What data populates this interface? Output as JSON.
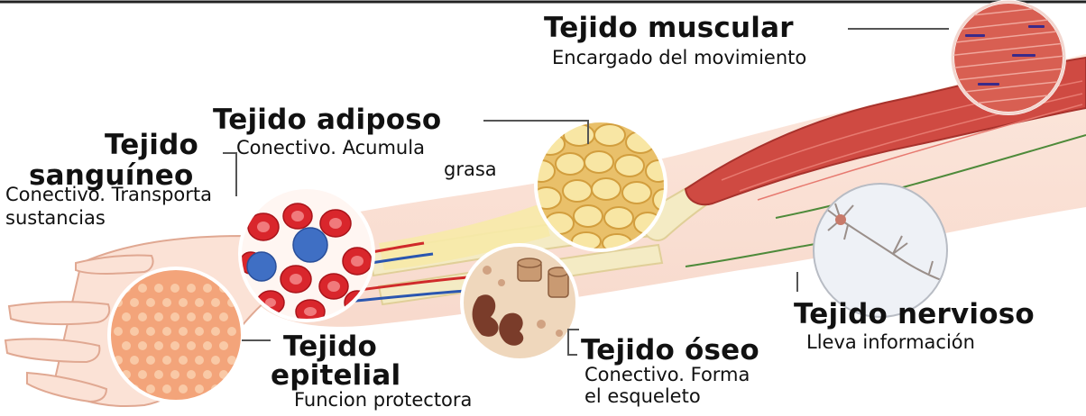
{
  "labels": {
    "muscular": {
      "title": "Tejido muscular",
      "desc": "Encargado del movimiento"
    },
    "adiposo": {
      "title": "Tejido adiposo",
      "desc1": "Conectivo. Acumula",
      "desc2": "grasa"
    },
    "sanguineo": {
      "title1": "Tejido",
      "title2": "sanguíneo",
      "desc1": "Conectivo. Transporta",
      "desc2": "sustancias"
    },
    "nervioso": {
      "title": "Tejido nervioso",
      "desc": "Lleva información"
    },
    "oseo": {
      "title": "Tejido óseo",
      "desc1": "Conectivo. Forma",
      "desc2": "el esqueleto"
    },
    "epitelial": {
      "title1": "Tejido",
      "title2": "epitelial",
      "desc": "Funcion protectora"
    }
  },
  "colors": {
    "skin": "#f7c9b4",
    "bone": "#f4ebc4",
    "muscle": "#cf4a42",
    "blood_cell": "#d9262c",
    "blood_cell_blue": "#3f6fc4",
    "fat": "#f6dc8a",
    "artery": "#d02a2a",
    "vein": "#2a56b0",
    "nerve": "#4e8a3a"
  }
}
